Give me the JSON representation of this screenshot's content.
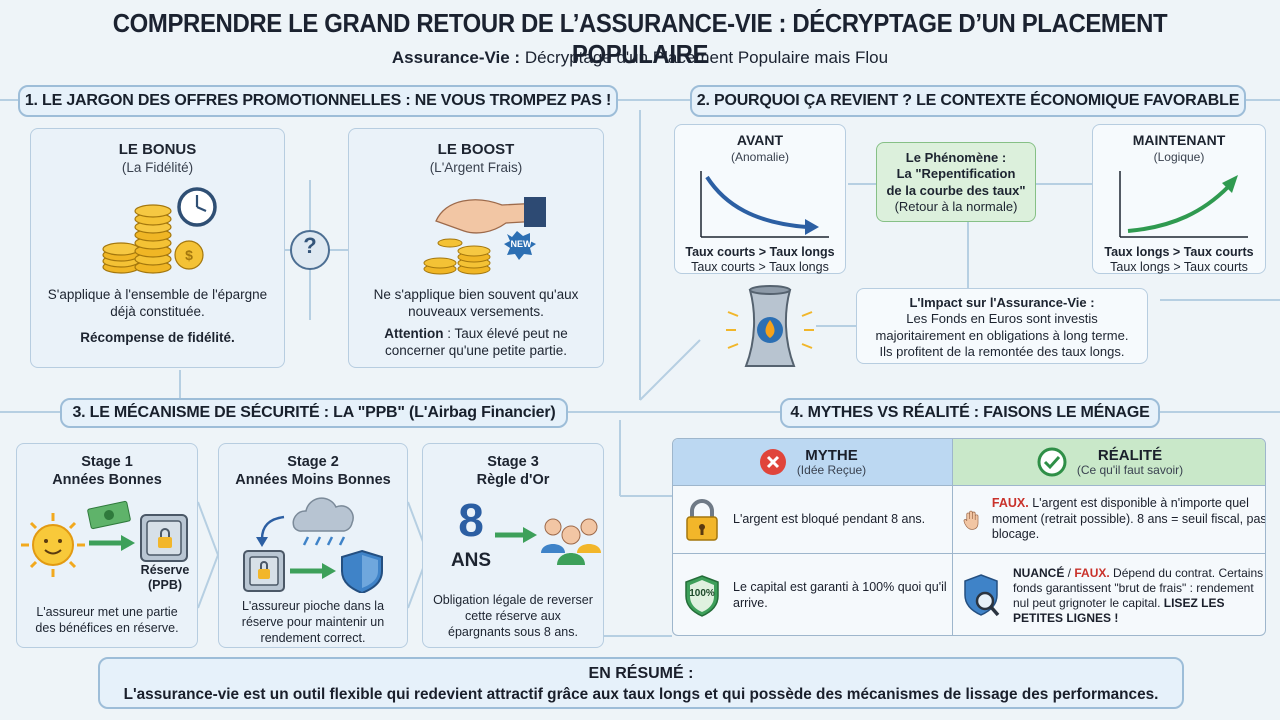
{
  "header": {
    "title": "COMPRENDRE LE GRAND RETOUR DE L’ASSURANCE-VIE : DÉCRYPTAGE D’UN PLACEMENT POPULAIRE",
    "subtitle_bold": "Assurance-Vie :",
    "subtitle_rest": " Décryptage d'un Placement Populaire mais Flou"
  },
  "section1": {
    "heading": "1. LE JARGON DES OFFRES PROMOTIONNELLES : NE VOUS TROMPEZ PAS !",
    "bonus": {
      "title": "LE BONUS",
      "subtitle": "(La Fidélité)",
      "text": "S'applique à l'ensemble de l'épargne déjà constituée.",
      "bold": "Récompense de fidélité."
    },
    "question": "?",
    "boost": {
      "title": "LE BOOST",
      "subtitle": "(L'Argent Frais)",
      "badge": "NEW",
      "text": "Ne s'applique bien souvent qu'aux nouveaux versements.",
      "attention_bold": "Attention",
      "attention_rest": " : Taux élevé peut ne concerner qu'une petite partie."
    }
  },
  "section2": {
    "heading": "2. POURQUOI ÇA REVIENT ? LE CONTEXTE ÉCONOMIQUE FAVORABLE",
    "avant": {
      "title": "AVANT",
      "subtitle": "(Anomalie)",
      "line1": "Taux courts > Taux longs",
      "line2": "Taux courts > Taux longs"
    },
    "phenomene": {
      "line1": "Le Phénomène :",
      "line2": "La \"Repentification",
      "line3": "de la courbe des taux\"",
      "line4": "(Retour à la normale)"
    },
    "maintenant": {
      "title": "MAINTENANT",
      "subtitle": "(Logique)",
      "line1": "Taux longs > Taux courts",
      "line2": "Taux longs > Taux courts"
    },
    "impact": {
      "title": "L'Impact sur l'Assurance-Vie :",
      "text1": "Les Fonds en Euros sont investis",
      "text2": "majoritairement en obligations à long terme.",
      "text3": "Ils profitent de la remontée des taux longs."
    }
  },
  "section3": {
    "heading": "3. LE MÉCANISME DE SÉCURITÉ : LA \"PPB\" (L'Airbag Financier)",
    "stage1": {
      "title": "Stage 1",
      "subtitle": "Années Bonnes",
      "reserve": "Réserve",
      "reserve2": "(PPB)",
      "text": "L'assureur met une partie des bénéfices en réserve."
    },
    "stage2": {
      "title": "Stage 2",
      "subtitle": "Années Moins Bonnes",
      "text": "L'assureur pioche dans la réserve pour maintenir un rendement correct."
    },
    "stage3": {
      "title": "Stage 3",
      "subtitle": "Règle d'Or",
      "number": "8",
      "unit": "ANS",
      "text": "Obligation légale de reverser cette réserve aux épargnants sous 8 ans."
    }
  },
  "section4": {
    "heading": "4. MYTHES VS RÉALITÉ : FAISONS LE MÉNAGE",
    "myth_head": "MYTHE",
    "myth_sub": "(Idée Reçue)",
    "reality_head": "RÉALITÉ",
    "reality_sub": "(Ce qu'il faut savoir)",
    "rows": [
      {
        "myth": "L'argent est bloqué pendant 8 ans.",
        "reality_bold": "FAUX.",
        "reality_text": " L'argent est disponible à n'importe quel moment (retrait possible). 8 ans = seuil fiscal, pas blocage."
      },
      {
        "myth": "Le capital est garanti à 100% quoi qu'il arrive.",
        "badge": "100%",
        "reality_bold": "NUANCÉ",
        "reality_sep": " / ",
        "reality_bold2": "FAUX.",
        "reality_text": " Dépend du contrat. Certains fonds garantissent \"brut de frais\" : rendement nul peut grignoter le capital.",
        "reality_end": " LISEZ LES PETITES LIGNES !"
      }
    ]
  },
  "summary": {
    "title": "EN RÉSUMÉ :",
    "text": "L'assurance-vie est un outil flexible qui redevient attractif grâce aux taux longs et qui possède des mécanismes de lissage des performances."
  }
}
